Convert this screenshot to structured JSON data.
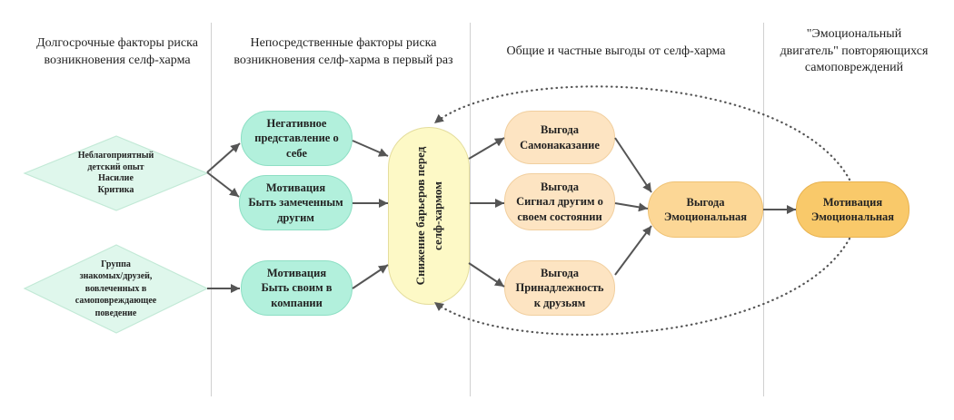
{
  "columns": {
    "long_term": "Долгосрочные факторы риска\nвозникновения селф-харма",
    "immediate": "Непосредственные факторы риска\nвозникновения селф-харма в первый раз",
    "benefits": "Общие и частные выгоды от селф-харма",
    "emotional_engine": "\"Эмоциональный\nдвигатель\" повторяющихся\nсамоповреждений"
  },
  "long_term_factors": {
    "childhood_experience": "Неблагоприятный\nдетский опыт\nНасилие\nКритика",
    "peer_group": "Группа\nзнакомых/друзей,\nвовлеченных в\nсамоповреждающее\nповедение"
  },
  "immediate_factors": {
    "negative_self_image": "Негативное\nпредставление о\nсебе",
    "motivation_be_noticed": "Мотивация\nБыть замеченным\nдругим",
    "motivation_belong": "Мотивация\nБыть своим в\nкомпании"
  },
  "barrier": "Снижение барьеров перед\nселф-хармом",
  "benefits": {
    "self_punishment": "Выгода\nСамонаказание",
    "signal_to_others": "Выгода\nСигнал другим о\nсвоем состоянии",
    "belonging": "Выгода\nПринадлежность\nк друзьям"
  },
  "emotional_engine": {
    "emotional_benefit": "Выгода\nЭмоциональная",
    "emotional_motivation": "Мотивация\nЭмоциональная"
  },
  "colors": {
    "long_term_factor": "#dff7ec",
    "immediate_factor": "#b2f0dc",
    "barrier": "#fdf9c6",
    "benefit": "#fde4c2",
    "emotional_benefit": "#fcd796",
    "emotional_motivation": "#f9c96a"
  }
}
